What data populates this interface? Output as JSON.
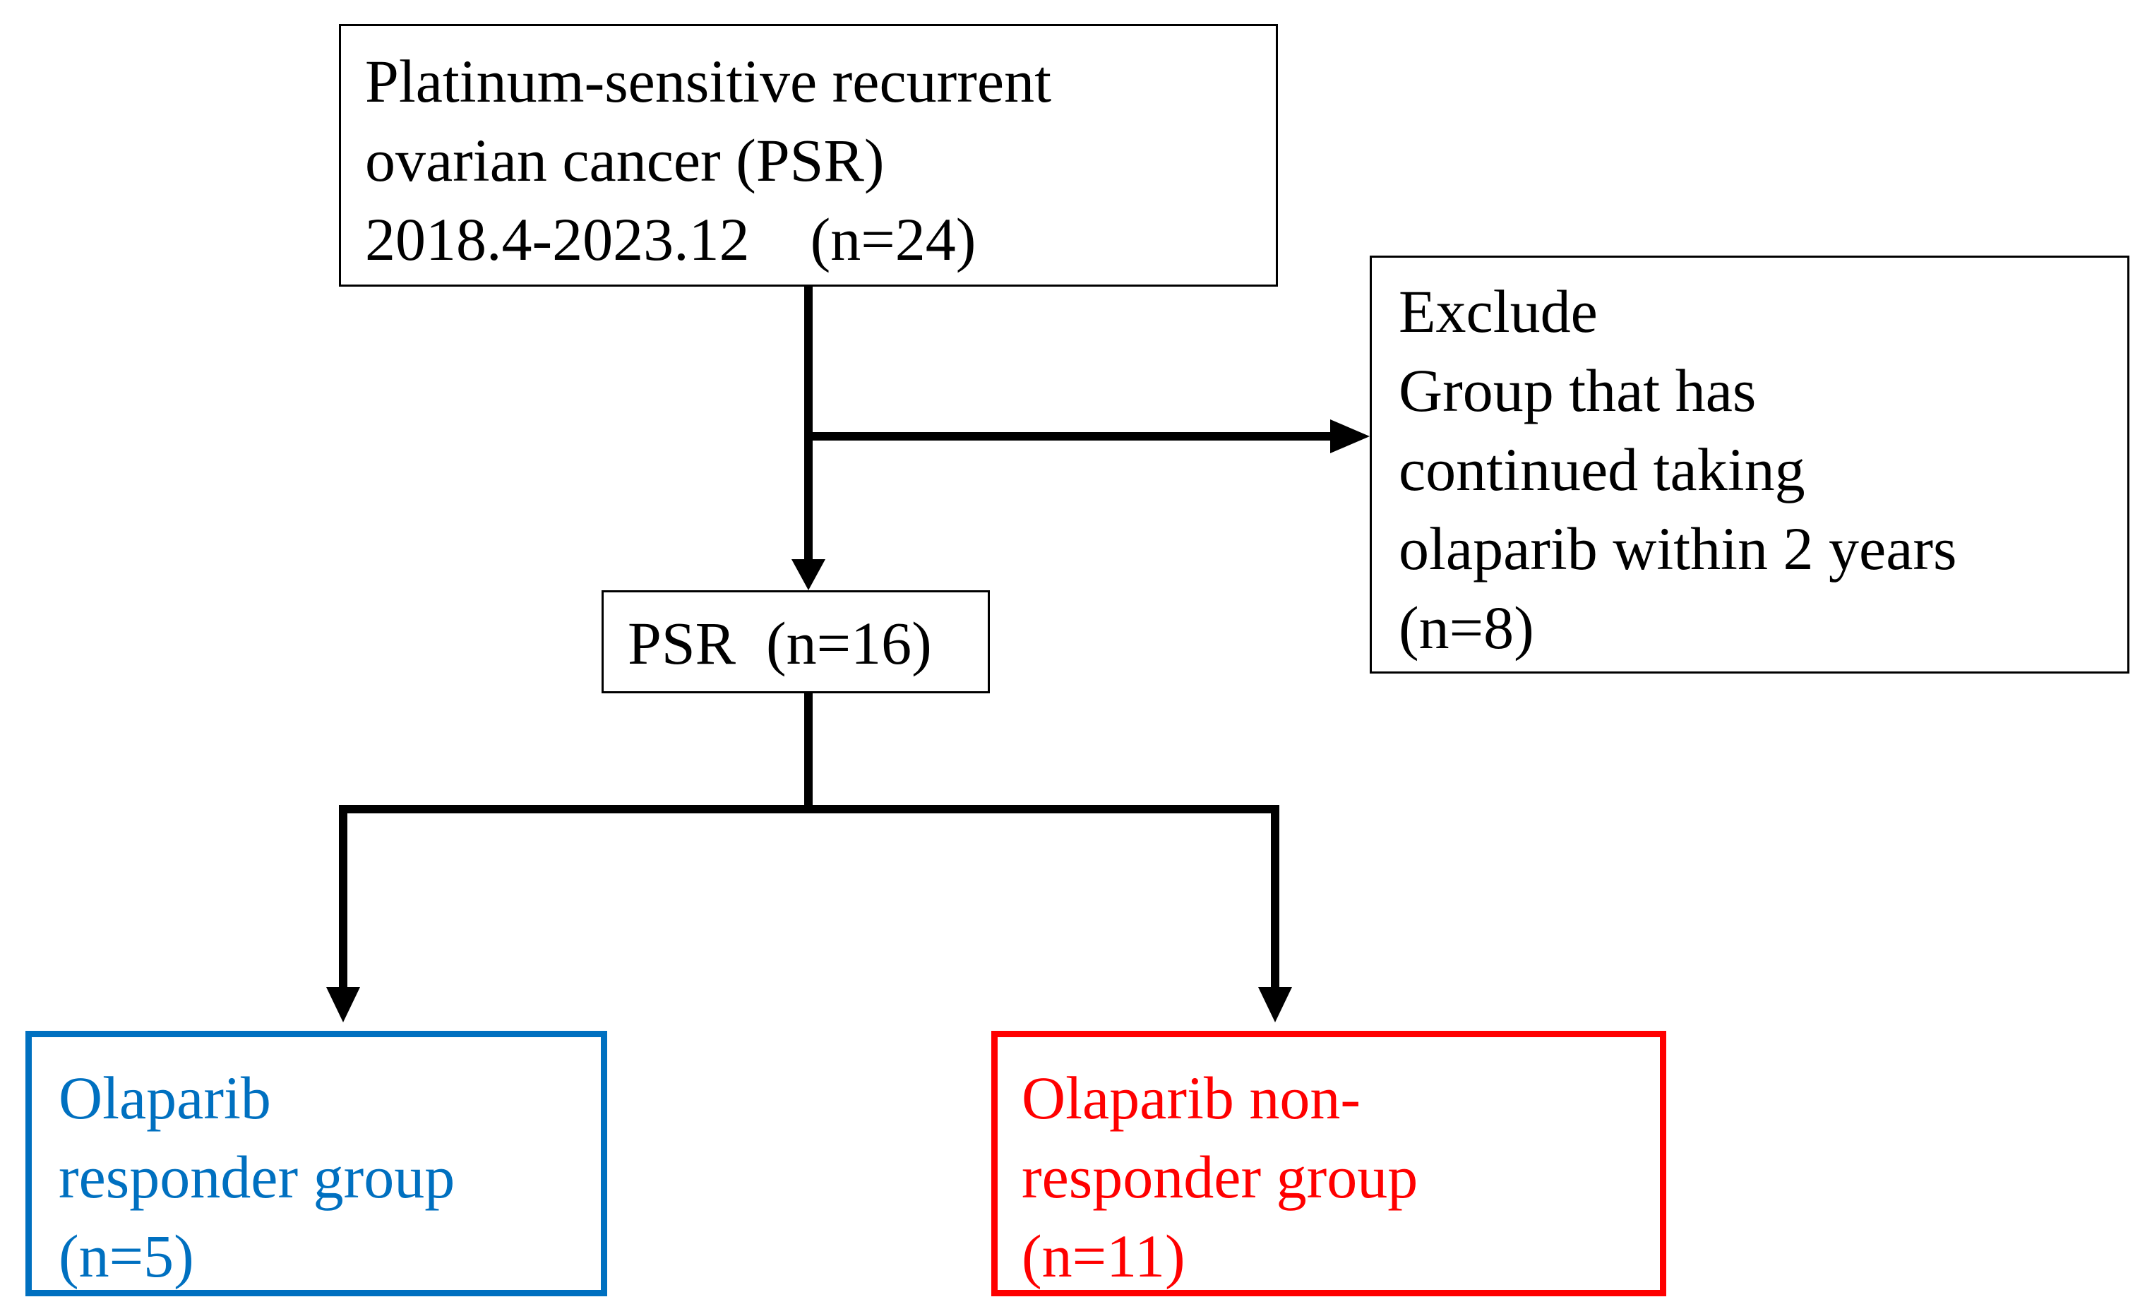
{
  "boxes": {
    "source": {
      "lines": [
        "Platinum-sensitive recurrent",
        "ovarian cancer (PSR)",
        "2018.4-2023.12    (n=24)"
      ]
    },
    "exclude": {
      "lines": [
        "Exclude",
        "Group that has",
        "continued taking",
        "olaparib within 2 years",
        "(n=8)"
      ]
    },
    "psr": {
      "lines": [
        "PSR  (n=16)"
      ]
    },
    "responder": {
      "lines": [
        "Olaparib",
        "responder group",
        "(n=5)"
      ],
      "color": "#0070c0"
    },
    "nonresponder": {
      "lines": [
        "Olaparib non-",
        "responder group",
        "(n=11)"
      ],
      "color": "#ff0000"
    }
  },
  "colors": {
    "connector": "#000000",
    "box_border": "#000000"
  }
}
